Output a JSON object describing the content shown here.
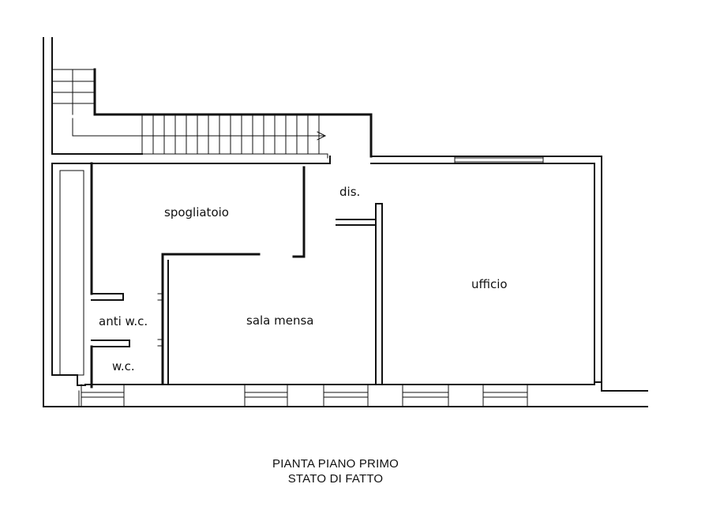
{
  "rooms": {
    "spogliatoio": "spogliatoio",
    "dis": "dis.",
    "ufficio": "ufficio",
    "anti_wc": "anti w.c.",
    "sala_mensa": "sala mensa",
    "wc": "w.c."
  },
  "caption": {
    "line1": "PIANTA PIANO PRIMO",
    "line2": "STATO DI FATTO"
  },
  "colors": {
    "ink": "#111111"
  }
}
